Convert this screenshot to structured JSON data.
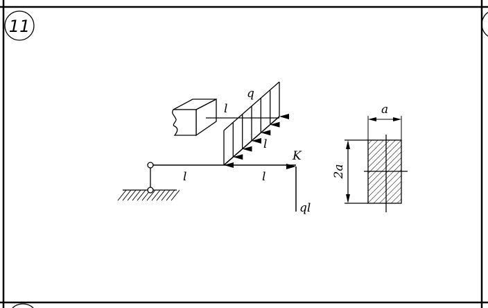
{
  "problem_number": "11",
  "labels": {
    "distributed_load": "q",
    "segment_diag_top": "l",
    "segment_diag": "l",
    "segment_left": "l",
    "segment_right": "l",
    "point_k": "K",
    "force": "ql",
    "width": "a",
    "height": "2a"
  },
  "load_arrow_count": 7
}
